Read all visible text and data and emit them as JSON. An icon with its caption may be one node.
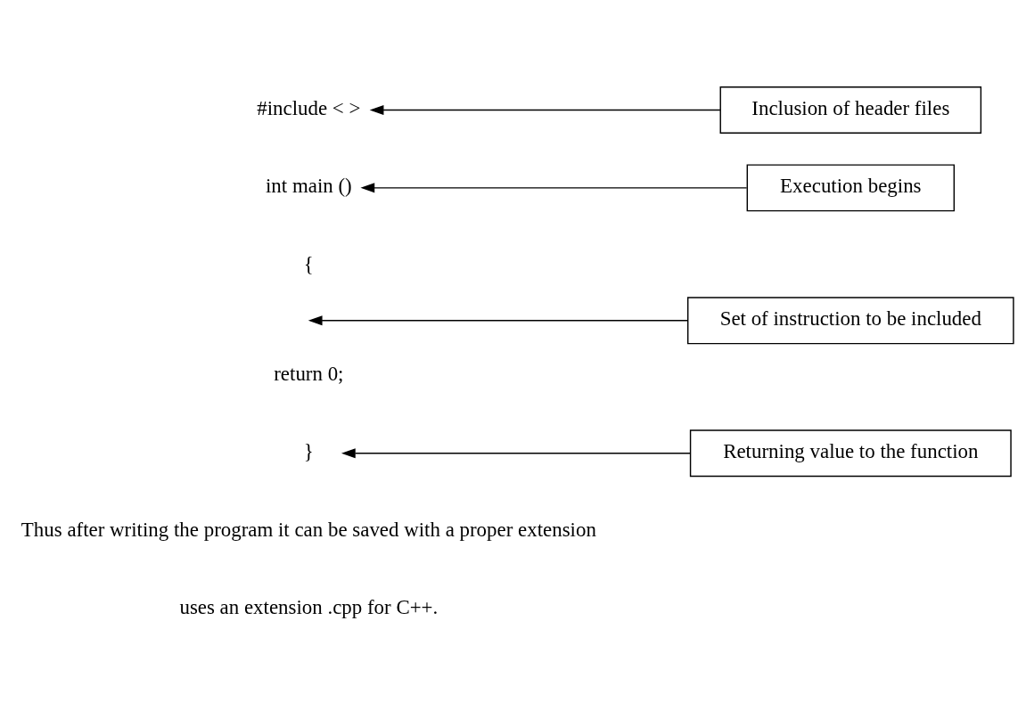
{
  "diagram": {
    "nodes": [
      {
        "text": [
          "#include < >"
        ]
      },
      {
        "text": [
          "Inclusion of header files"
        ]
      },
      {
        "text": [
          "int main ()"
        ]
      },
      {
        "text": [
          "Execution begins"
        ]
      },
      {
        "text": [
          "Set of instruction to be included"
        ]
      },
      {
        "text": [
          "}"
        ]
      },
      {
        "text": [
          "Returning value to the function"
        ]
      }
    ],
    "edges": [
      {
        "from": 1,
        "to": 0,
        "arrow": "to"
      },
      {
        "from": 3,
        "to": 2,
        "arrow": "to"
      },
      {
        "from": 4,
        "to": null,
        "arrow": "to"
      },
      {
        "from": 6,
        "to": 5,
        "arrow": "to"
      }
    ],
    "labels": [
      "{",
      "return 0;",
      "Thus after writing the program it can be saved with a proper extension",
      "uses an extension .cpp for C++."
    ]
  }
}
